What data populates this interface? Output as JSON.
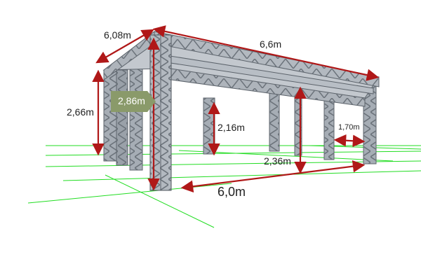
{
  "labels": {
    "top_depth": "6,08m",
    "top_length": "6,6m",
    "left_height": "2,66m",
    "badge_height": "2,86m",
    "inner_height": "2,16m",
    "mid_height": "2,36m",
    "span": "1,70m",
    "bottom_length": "6,0m"
  },
  "colors": {
    "dimension_arrow": "#b01818",
    "grid": "#22dd22",
    "truss": "#8d949c",
    "badge": "#8a9a6a"
  }
}
